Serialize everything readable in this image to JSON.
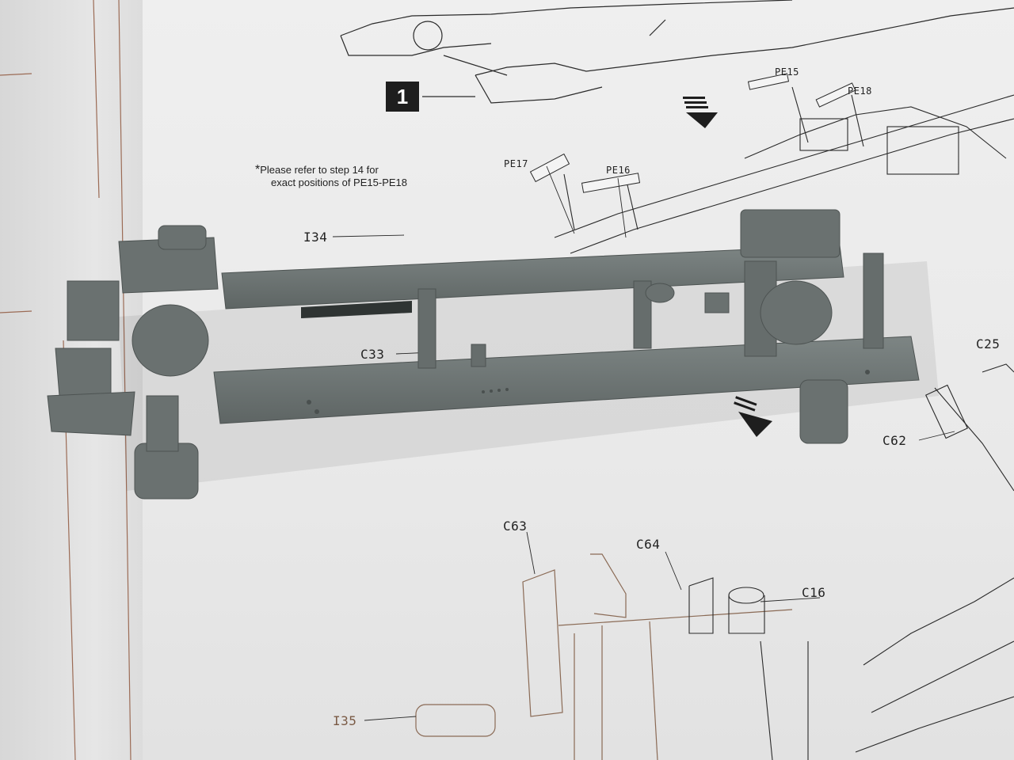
{
  "instruction_sheet": {
    "step_number": "1",
    "note_star": "*",
    "note_line1": "Please refer to step 14 for",
    "note_line2": "exact positions of PE15-PE18",
    "part_labels": {
      "pe15": "PE15",
      "pe18": "PE18",
      "pe17": "PE17",
      "pe16": "PE16",
      "i34": "I34",
      "c33": "C33",
      "c25": "C25",
      "c62": "C62",
      "c63": "C63",
      "c64": "C64",
      "c16": "C16",
      "i35": "I35"
    }
  },
  "colors": {
    "paper": "#ececec",
    "model_plastic": "#6d7473",
    "line_art": "#2a2a2a",
    "brown_print": "#8a6a55"
  }
}
